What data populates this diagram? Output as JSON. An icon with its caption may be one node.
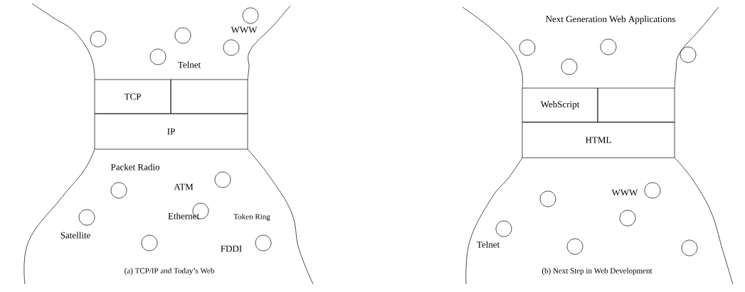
{
  "diagram": {
    "nodes": [
      {
        "text": [],
        "shape": "circle"
      },
      {
        "text": [],
        "shape": "circle"
      },
      {
        "text": [],
        "shape": "circle"
      },
      {
        "text": [],
        "shape": "circle"
      },
      {
        "text": [],
        "shape": "circle"
      },
      {
        "text": [
          "TCP"
        ]
      },
      {
        "text": [],
        "shape": "box"
      },
      {
        "text": [
          "IP"
        ]
      },
      {
        "text": [],
        "shape": "circle"
      },
      {
        "text": [],
        "shape": "circle"
      },
      {
        "text": [],
        "shape": "circle"
      },
      {
        "text": [],
        "shape": "circle"
      },
      {
        "text": [],
        "shape": "circle"
      },
      {
        "text": [],
        "shape": "circle"
      },
      {
        "text": [],
        "shape": "circle"
      },
      {
        "text": [],
        "shape": "circle"
      },
      {
        "text": [],
        "shape": "circle"
      },
      {
        "text": [],
        "shape": "circle"
      },
      {
        "text": [
          "WebScript"
        ]
      },
      {
        "text": [],
        "shape": "box"
      },
      {
        "text": [
          "HTML"
        ]
      },
      {
        "text": [],
        "shape": "circle"
      },
      {
        "text": [],
        "shape": "circle"
      },
      {
        "text": [],
        "shape": "circle"
      },
      {
        "text": [],
        "shape": "circle"
      },
      {
        "text": [],
        "shape": "circle"
      },
      {
        "text": [],
        "shape": "circle"
      }
    ],
    "labels": [
      "WWW",
      "Telnet",
      "Packet Radio",
      "ATM",
      "Ethernet",
      "Token Ring",
      "Satellite",
      "FDDI",
      "(a) TCP/IP and Today’s Web",
      "Next Generation Web Applications",
      "WWW",
      "Telnet",
      "(b) Next Step in Web Development"
    ]
  }
}
